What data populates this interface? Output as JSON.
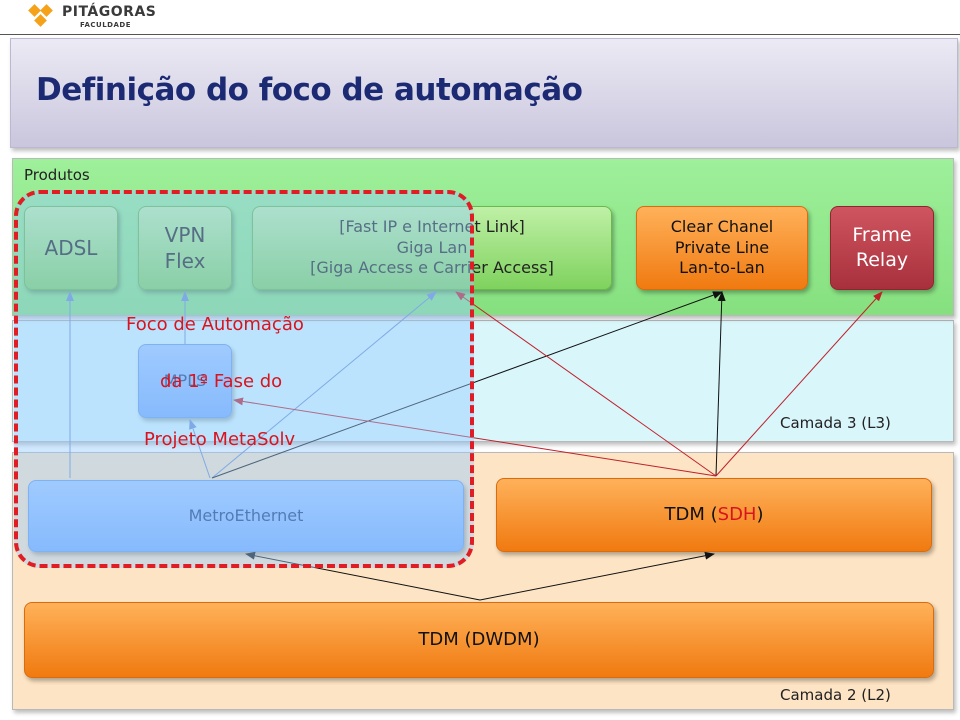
{
  "header": {
    "logo_name": "PITÁGORAS",
    "logo_sub": "FACULDADE",
    "title": "Definição do foco de automação"
  },
  "layers": {
    "products_label": "Produtos",
    "l3_label": "Camada 3 (L3)",
    "l2_label": "Camada 2 (L2)"
  },
  "products": {
    "adsl": "ADSL",
    "vpn": "VPN\nFlex",
    "fastip": "[Fast IP e Internet Link]\nGiga Lan\n[Giga Access e Carrier Access]",
    "clear_chanel": "Clear Chanel\nPrivate Line\nLan-to-Lan",
    "frame_relay": "Frame\nRelay"
  },
  "l3": {
    "mpls": "MPLS"
  },
  "l2": {
    "metro": "MetroEthernet",
    "sdh_prefix": "TDM (",
    "sdh_accent": "SDH",
    "sdh_suffix": ")",
    "dwdm": "TDM (DWDM)"
  },
  "focus": {
    "line1": "Foco de Automação",
    "line2": "da 1ª Fase do",
    "line3": "Projeto MetaSolv"
  },
  "colors": {
    "title": "#1b2a73",
    "focus_border": "#e01c24",
    "products_panel": "#86e07f",
    "l3_panel": "#d9f6fb",
    "l2_panel": "#fde4c4",
    "orange": "#f07a10",
    "frame_relay": "#a8303c",
    "blue": "#7aacfb"
  }
}
